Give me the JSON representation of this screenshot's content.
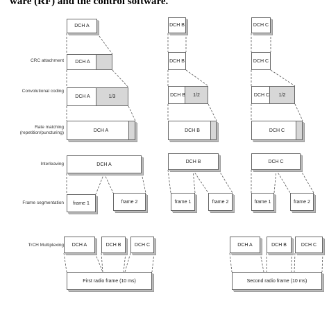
{
  "header": {
    "title": "ware (RF) and the control software."
  },
  "rows": {
    "crc": "CRC attachment",
    "conv": "Convolutional coding",
    "rate": "Rate matching (repetition/puncturing)",
    "interleave": "Interleaving",
    "frameseg": "Frame segmentation",
    "trch": "TrCH Multiplexing"
  },
  "blocks": {
    "a": "DCH A",
    "b": "DCH B",
    "c": "DCH C"
  },
  "code_rates": {
    "a": "1/3",
    "b": "1/2",
    "c": "1/2"
  },
  "frames": {
    "f1": "frame 1",
    "f2": "frame 2"
  },
  "radio_frames": {
    "first": "First radio frame (10 ms)",
    "second": "Second radio frame (10 ms)"
  }
}
